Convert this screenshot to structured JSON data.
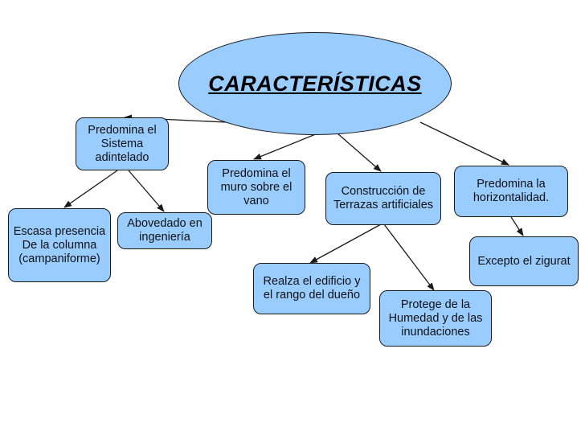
{
  "root": {
    "label": "CARACTERÍSTICAS"
  },
  "nodes": {
    "predomina_sistema": "Predomina el\nSistema\nadintelado",
    "escasa_presencia": "Escasa presencia\nDe la columna\n(campaniforme)",
    "abovedado": "Abovedado en\ningeniería",
    "muro_vano": "Predomina el\nmuro sobre el\nvano",
    "construccion_terrazas": "Construcción de\nTerrazas artificiales",
    "realza_edificio": "Realza el edificio y\nel rango del dueño",
    "protege_humedad": "Protege de la\nHumedad y de las\ninundaciones",
    "horizontalidad": "Predomina la\nhorizontalidad.",
    "excepto_zigurat": "Excepto el zigurat"
  },
  "colors": {
    "node_fill": "#99ccff",
    "stroke": "#1a1a1a",
    "background": "#ffffff"
  }
}
